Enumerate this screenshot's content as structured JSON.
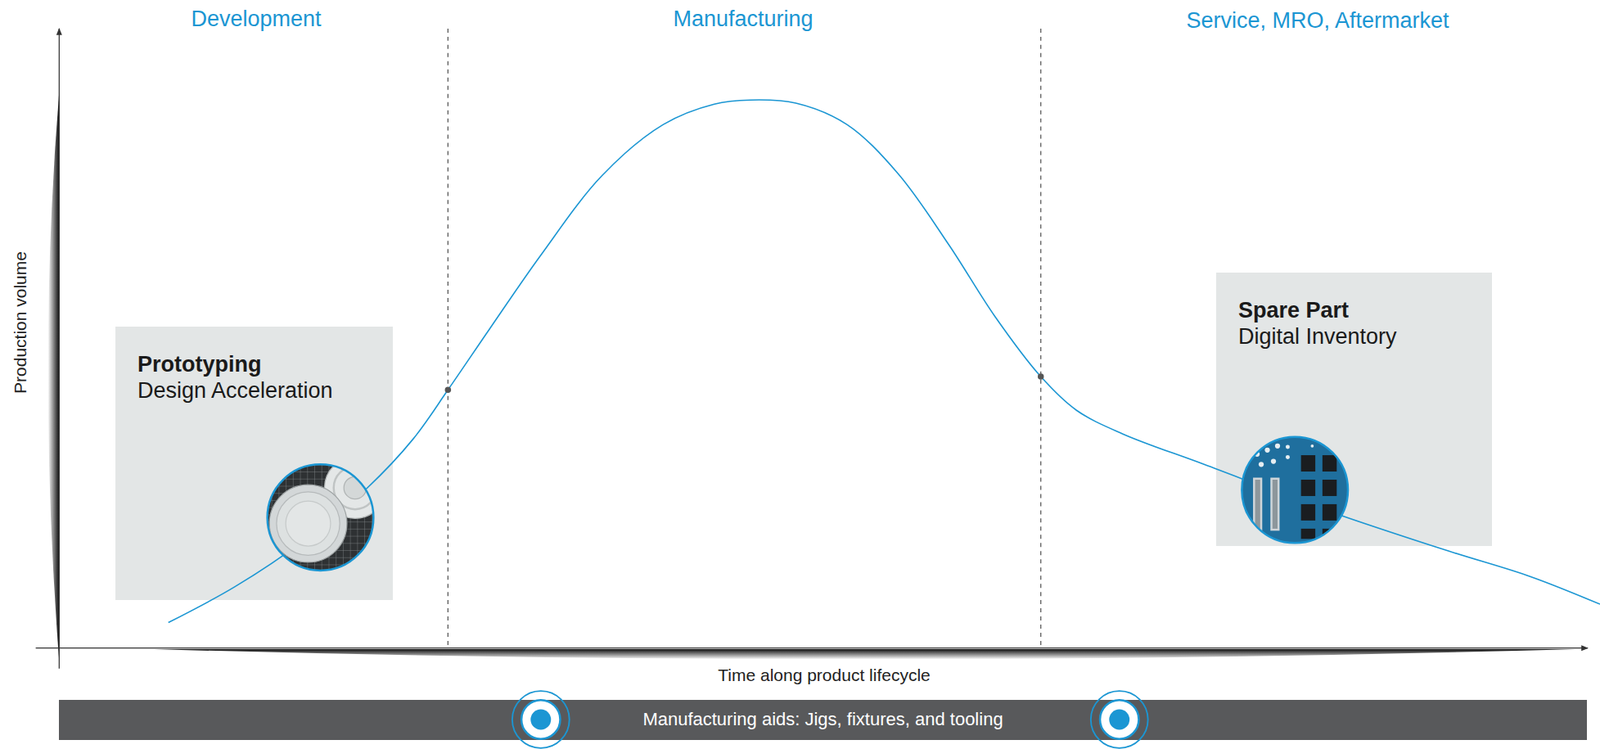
{
  "diagram": {
    "nodes": [
      {
        "text": [
          "Prototyping",
          "Design Acceleration"
        ]
      },
      {
        "text": [
          "Spare Part",
          "Digital Inventory"
        ]
      },
      {
        "text": [
          "Manufacturing aids: Jigs, fixtures, and tooling"
        ]
      }
    ],
    "labels": [
      "Development",
      "Manufacturing",
      "Service, MRO, Aftermarket",
      "Production volume",
      "Time along product lifecycle"
    ]
  }
}
